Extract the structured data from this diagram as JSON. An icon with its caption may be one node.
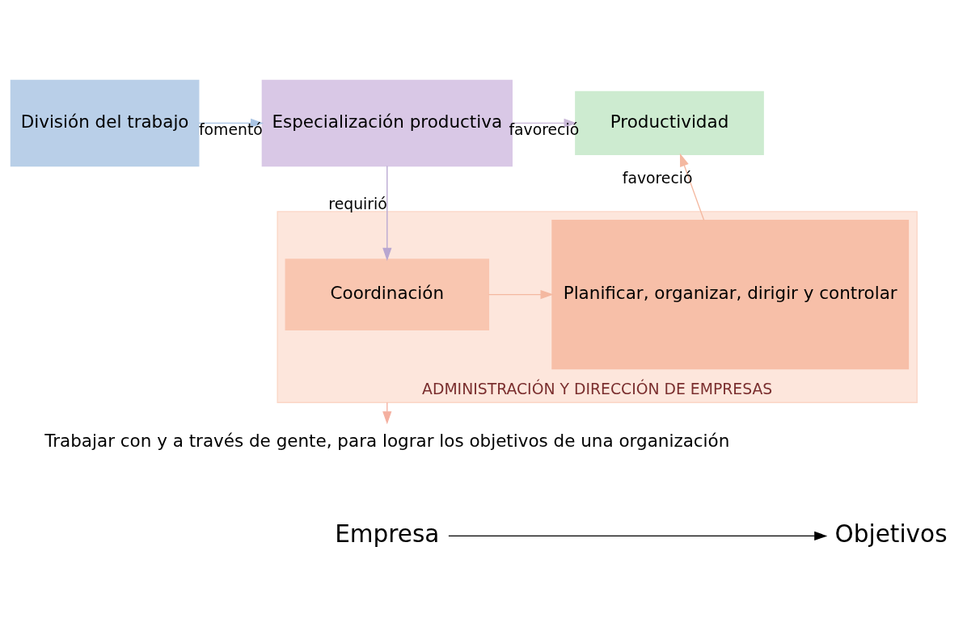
{
  "diagram": {
    "nodes": [
      {
        "text": [
          "División del trabajo"
        ]
      },
      {
        "text": [
          "Especialización productiva"
        ]
      },
      {
        "text": [
          "Productividad"
        ]
      },
      {
        "text": [
          "ADMINISTRACIÓN Y DIRECCIÓN DE EMPRESAS"
        ]
      },
      {
        "text": [
          "Coordinación"
        ],
        "in": 3
      },
      {
        "text": [
          "Planificar, organizar, dirigir y controlar"
        ],
        "in": 3
      },
      {
        "text": [
          "Trabajar con y a través de gente, para lograr los objetivos de una organización"
        ]
      },
      {
        "text": [
          "Empresa"
        ]
      },
      {
        "text": [
          "Objetivos"
        ]
      }
    ],
    "edges": [
      {
        "from": 0,
        "to": 1,
        "arrow": "to",
        "label": "fomentó",
        "color": "#a9c4e4"
      },
      {
        "from": 1,
        "to": 2,
        "arrow": "to",
        "label": "favoreció",
        "color": "#c9b8d8"
      },
      {
        "from": 1,
        "to": 4,
        "arrow": "to",
        "label": "requirió",
        "color": "#b8a6d0"
      },
      {
        "from": 4,
        "to": 5,
        "arrow": "to",
        "color": "#f4b8a0"
      },
      {
        "from": 5,
        "to": 2,
        "arrow": "to",
        "label": "favoreció",
        "color": "#f4b8a0"
      },
      {
        "from": 3,
        "to": 6,
        "arrow": "to",
        "color": "#f4b0a0"
      },
      {
        "from": 7,
        "to": 8,
        "arrow": "to",
        "color": "#000000"
      }
    ]
  }
}
